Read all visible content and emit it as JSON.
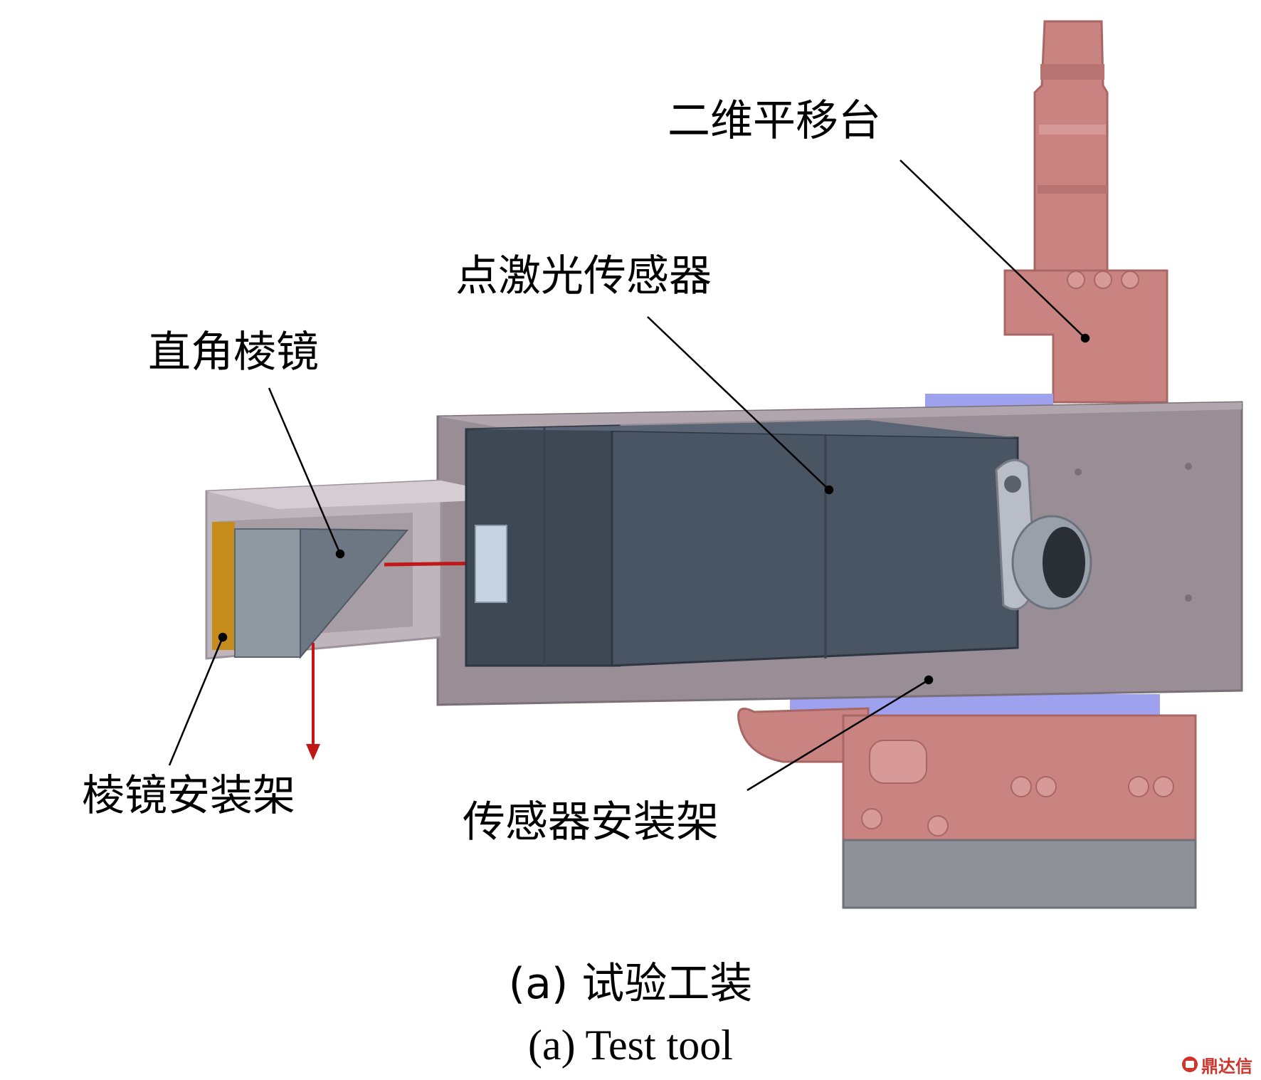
{
  "labels": {
    "translation_stage": "二维平移台",
    "laser_sensor": "点激光传感器",
    "right_angle_prism": "直角棱镜",
    "prism_mount": "棱镜安装架",
    "sensor_mount": "传感器安装架"
  },
  "caption": {
    "zh": "(a) 试验工装",
    "en": "(a) Test tool"
  },
  "watermark": {
    "text": "鼎达信"
  },
  "colors": {
    "stage_pink": "#c98482",
    "mount_gray": "#9a8e96",
    "sensor_dark": "#4a5563",
    "prism_mount_light": "#bfb6bd",
    "prism_gray": "#6c7783",
    "amber": "#c58c1c",
    "laser_red": "#c01818",
    "blue_plate": "#9ea2ee",
    "base_gray": "#8e9197"
  }
}
